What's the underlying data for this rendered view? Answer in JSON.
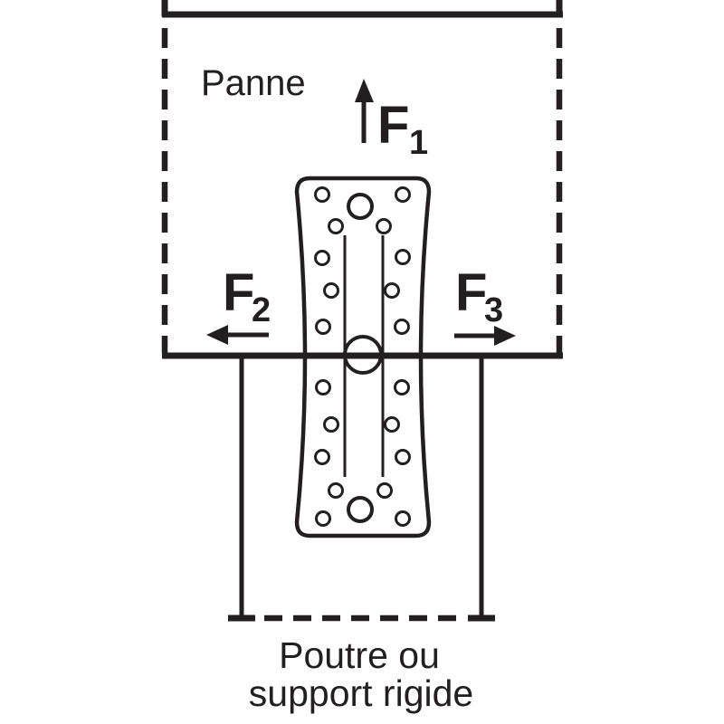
{
  "page": {
    "background": "#ffffff",
    "ink": "#231f20"
  },
  "diagram": {
    "purlin_label": "Panne",
    "support_label_line1": "Poutre ou",
    "support_label_line2": "support rigide",
    "forces": {
      "f1": {
        "base": "F",
        "sub": "1",
        "direction": "up"
      },
      "f2": {
        "base": "F",
        "sub": "2",
        "direction": "left"
      },
      "f3": {
        "base": "F",
        "sub": "3",
        "direction": "right"
      }
    }
  }
}
